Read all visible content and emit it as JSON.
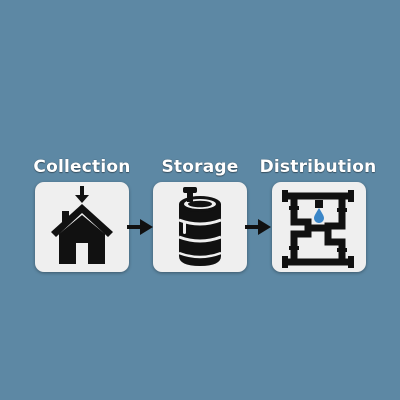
{
  "stages": [
    {
      "label": "Collection",
      "icon": "house-with-down-arrow-icon"
    },
    {
      "label": "Storage",
      "icon": "storage-tank-icon"
    },
    {
      "label": "Distribution",
      "icon": "pipes-with-droplet-icon"
    }
  ],
  "arrow_icon": "right-arrow-icon",
  "colors": {
    "background": "#5d88a4",
    "card": "#efefef",
    "icon": "#111111",
    "label": "#ffffff"
  }
}
